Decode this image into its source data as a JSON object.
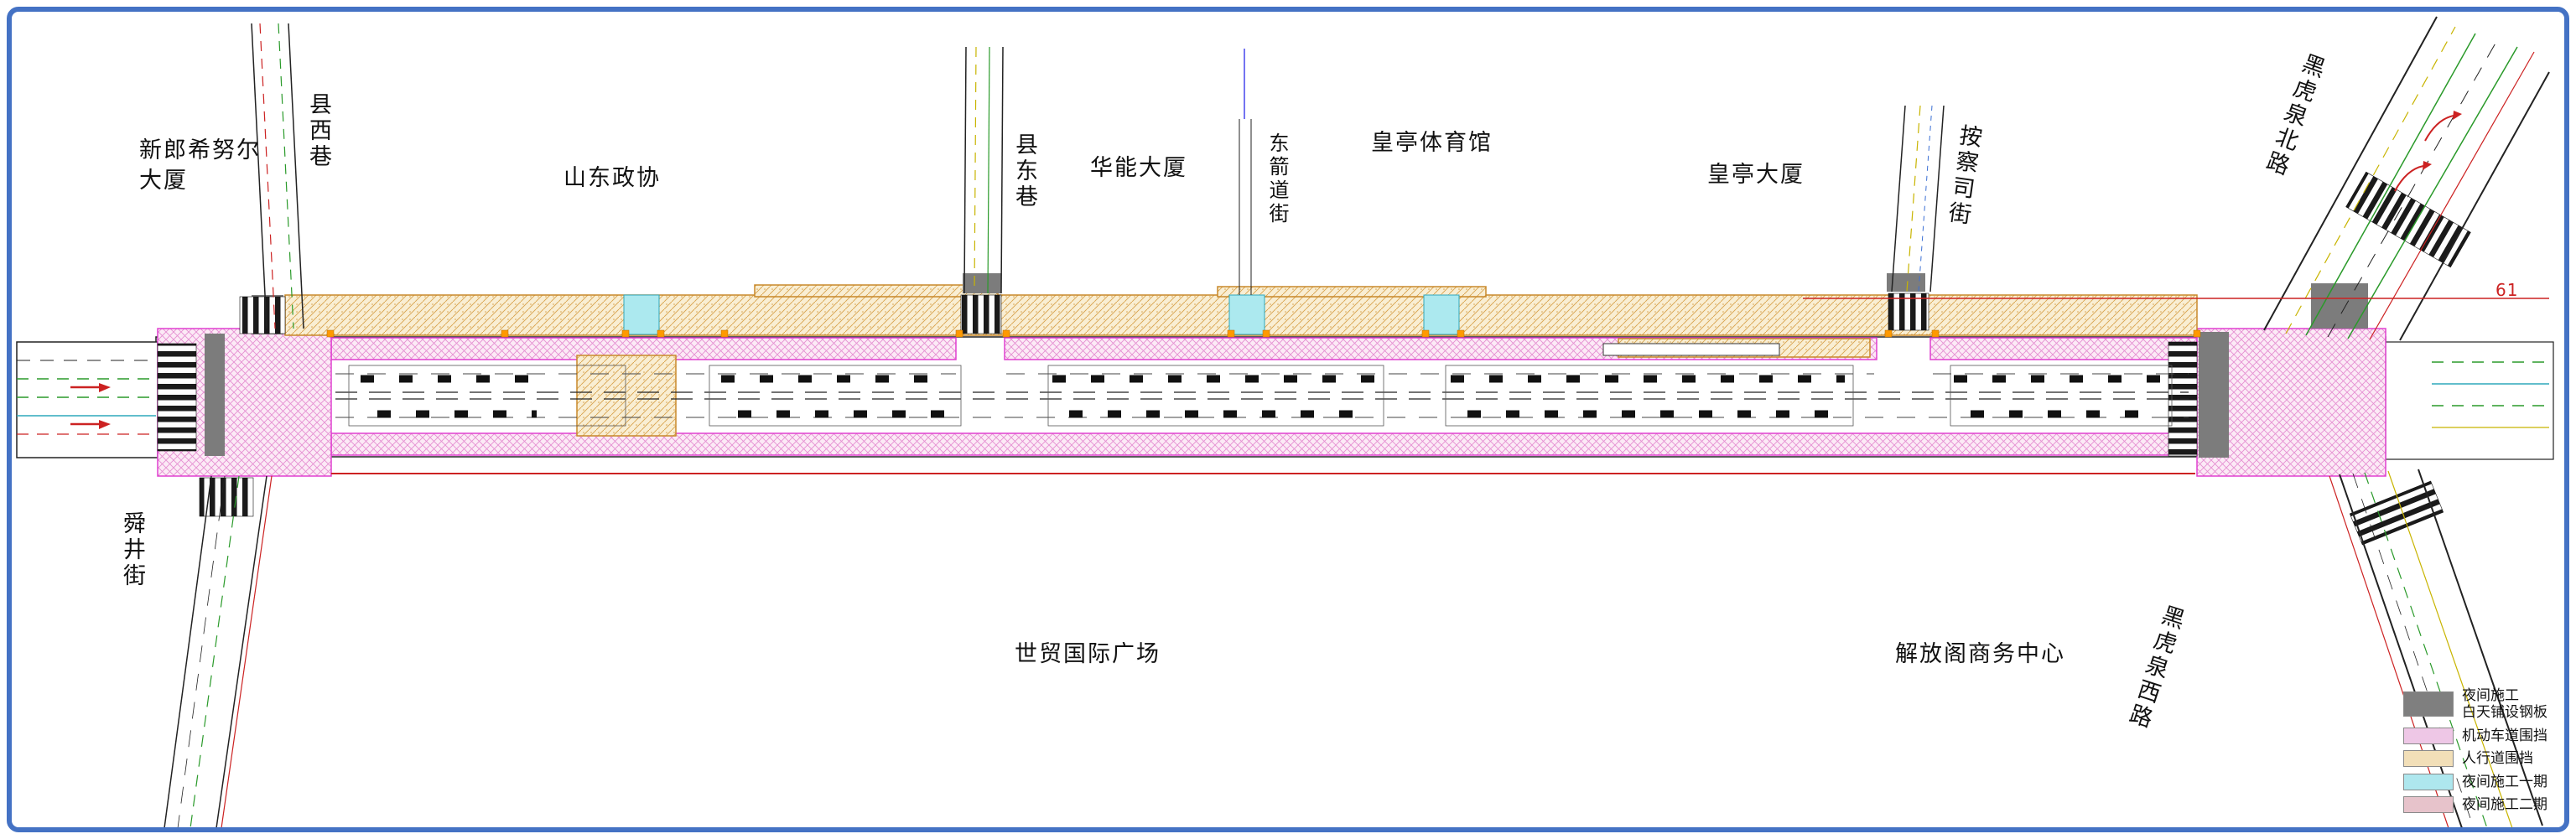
{
  "drawing": {
    "labels": {
      "xinlang_building_line1": "新郎希努尔",
      "xinlang_building_line2": "大厦",
      "xianxixiang": "县西巷",
      "shandong_zhengxie": "山东政协",
      "xiandongxiang": "县东巷",
      "huaneng_dasha": "华能大厦",
      "dongjiandao_jie": "东箭道街",
      "huangting_tiyuguan": "皇亭体育馆",
      "huangting_dasha": "皇亭大厦",
      "anchasi_jie": "按察司街",
      "heihuquan_beilu": "黑虎泉北路",
      "shunjing_jie": "舜井街",
      "shimao_guoji_guangchang": "世贸国际广场",
      "jiefangge_shangwu_zhongxin": "解放阁商务中心",
      "heihuquan_xilu": "黑虎泉西路",
      "ref_number": "61"
    },
    "legend": {
      "items": [
        {
          "label_line1": "夜间施工",
          "label_line2": "白天铺设钢板",
          "color": "#7F7F7F"
        },
        {
          "label": "机动车道围挡",
          "color": "#EEC7E6"
        },
        {
          "label": "人行道围挡",
          "color": "#F2DFB8"
        },
        {
          "label": "夜间施工一期",
          "color": "#AEE7EE"
        },
        {
          "label": "夜间施工二期",
          "color": "#E7C3CB"
        }
      ]
    },
    "colors": {
      "frame_border": "#4472C4",
      "barrier_outline": "#E040D0",
      "sidewalk_outline": "#C8882A",
      "boundary_red": "#CC2222"
    }
  }
}
